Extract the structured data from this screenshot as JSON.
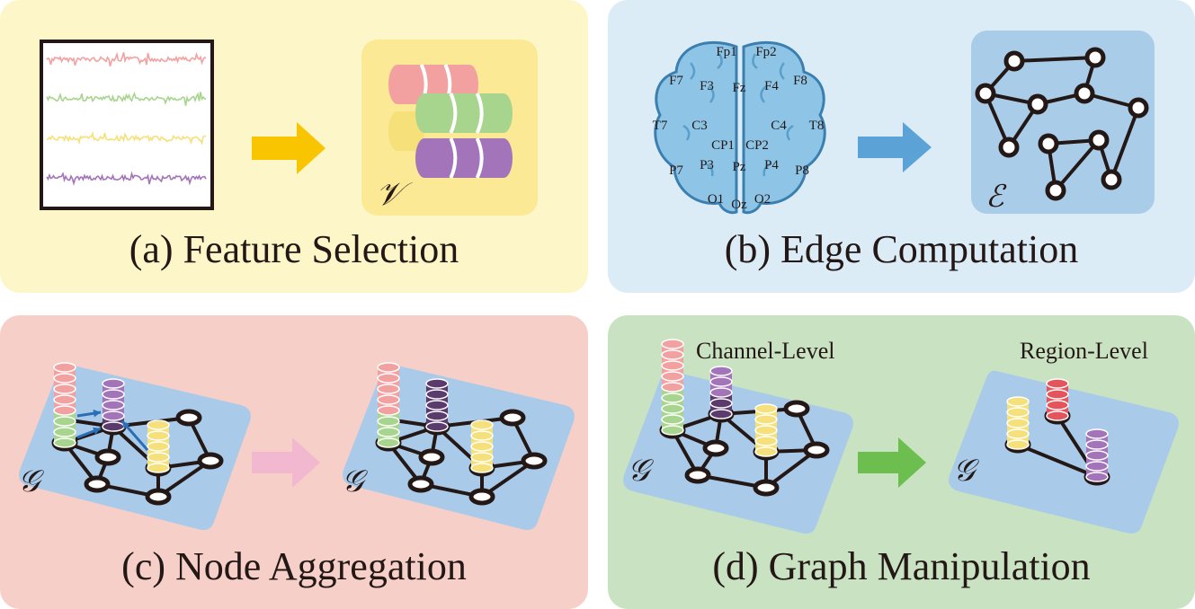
{
  "panels": {
    "a": {
      "caption": "(a) Feature Selection",
      "symbol": "𝒱"
    },
    "b": {
      "caption": "(b) Edge Computation",
      "symbol": "ℰ",
      "electrodes": [
        "Fp1",
        "Fp2",
        "F7",
        "F3",
        "Fz",
        "F4",
        "F8",
        "T7",
        "C3",
        "C4",
        "T8",
        "CP1",
        "CP2",
        "P7",
        "P3",
        "Pz",
        "P4",
        "P8",
        "O1",
        "Oz",
        "O2"
      ]
    },
    "c": {
      "caption": "(c) Node Aggregation",
      "symbol": "𝒢"
    },
    "d": {
      "caption": "(d) Graph Manipulation",
      "symbol": "𝒢",
      "label_channel": "Channel-Level",
      "label_region": "Region-Level"
    }
  },
  "colors": {
    "pink": "#f3a1a0",
    "green": "#a8d58e",
    "yellow": "#f6e07a",
    "purple": "#a374b9",
    "dark_purple": "#5b3a6e",
    "red": "#e5545a",
    "brain": "#8ec5e6",
    "graph_plane": "#b3d2ea",
    "arrow_yellow": "#f9c400",
    "arrow_blue": "#5ba3d6",
    "arrow_pink": "#f2b8cf",
    "arrow_green": "#6cbf4f"
  }
}
